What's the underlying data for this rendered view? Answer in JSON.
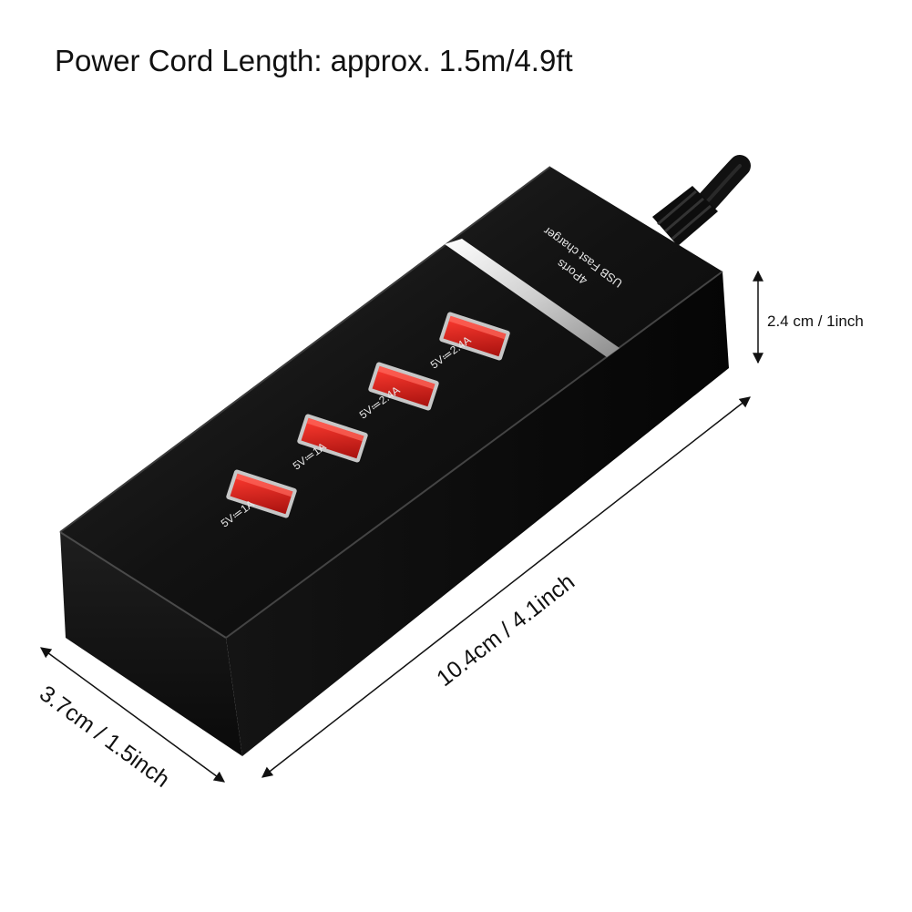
{
  "headline": "Power Cord Length: approx. 1.5m/4.9ft",
  "device": {
    "brand_line_1": "4Ports",
    "brand_line_2": "USB Fast charger",
    "ports": [
      {
        "label": "5V≔2.4A"
      },
      {
        "label": "5V≔2.4A"
      },
      {
        "label": "5V≔1A"
      },
      {
        "label": "5V≔1A"
      }
    ],
    "colors": {
      "body": "#0b0b0b",
      "port": "#d0201d",
      "cable": "#111111",
      "led_strip": "#e8e8e8"
    }
  },
  "dimensions": {
    "height": "2.4 cm / 1inch",
    "length": "10.4cm / 4.1inch",
    "width": "3.7cm / 1.5inch"
  }
}
